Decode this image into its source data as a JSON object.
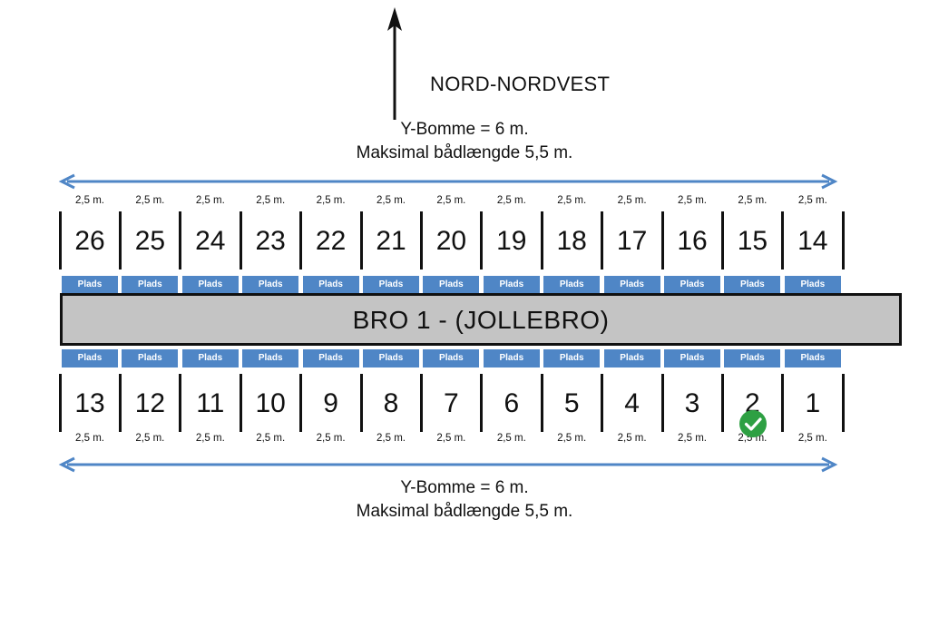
{
  "compass": {
    "label": "NORD-NORDVEST",
    "icon": "north-arrow-icon"
  },
  "top_caption": {
    "line1": "Y-Bomme = 6 m.",
    "line2": "Maksimal bådlængde 5,5 m."
  },
  "bottom_caption": {
    "line1": "Y-Bomme = 6 m.",
    "line2": "Maksimal bådlængde 5,5 m."
  },
  "pier": {
    "label": "BRO 1 - (JOLLEBRO)",
    "fill": "#c4c4c4"
  },
  "berth_label": "Plads",
  "berth_width": "2,5 m.",
  "accent_color": "#4f86c6",
  "top_row": {
    "berths": [
      "26",
      "25",
      "24",
      "23",
      "22",
      "21",
      "20",
      "19",
      "18",
      "17",
      "16",
      "15",
      "14"
    ]
  },
  "bottom_row": {
    "berths": [
      "13",
      "12",
      "11",
      "10",
      "9",
      "8",
      "7",
      "6",
      "5",
      "4",
      "3",
      "2",
      "1"
    ]
  },
  "selected_berth": "2",
  "icons": {
    "selected": "check-circle-icon",
    "span": "double-arrow-icon"
  }
}
